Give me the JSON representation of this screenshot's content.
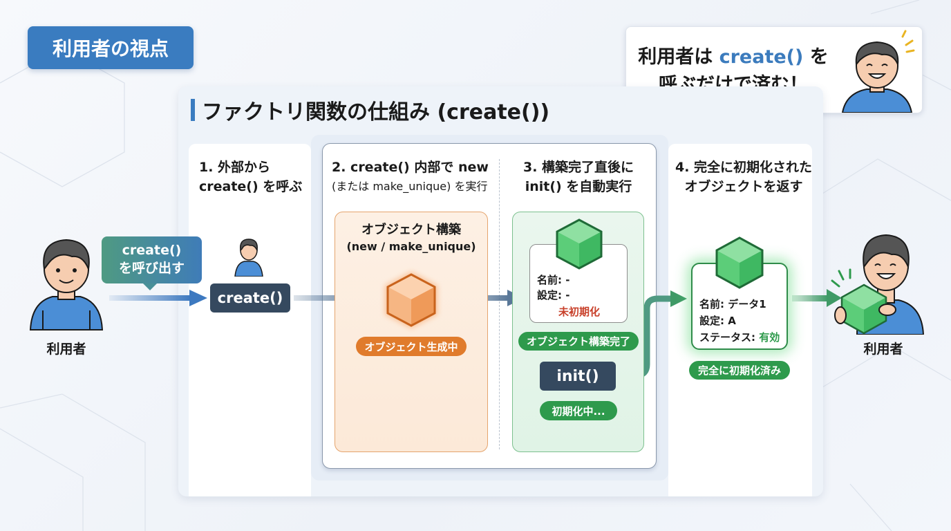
{
  "perspective_tag": "利用者の視点",
  "callout": {
    "line1_prefix": "利用者は ",
    "line1_highlight": "create()",
    "line1_suffix": " を",
    "line2": "呼ぶだけで済む！"
  },
  "main_title": "ファクトリ関数の仕組み (create())",
  "steps": [
    {
      "line1": "1. 外部から",
      "line2": "create() を呼ぶ"
    },
    {
      "line1": "2. create() 内部で new",
      "line2": "(または make_unique) を実行"
    },
    {
      "line1": "3. 構築完了直後に",
      "line2": "init() を自動実行"
    },
    {
      "line1": "4. 完全に初期化された",
      "line2": "オブジェクトを返す"
    }
  ],
  "left_user": {
    "label": "利用者",
    "speech_line1": "create()",
    "speech_line2": "を呼び出す"
  },
  "create_box": "create()",
  "construct_box": {
    "title": "オブジェクト構築",
    "subtitle": "(new / make_unique)",
    "status": "オブジェクト生成中"
  },
  "init_stage": {
    "card_name": "名前: -",
    "card_setting": "設定: -",
    "card_status": "未初期化",
    "built_pill": "オブジェクト構築完了",
    "init_box": "init()",
    "initializing_pill": "初期化中..."
  },
  "final_object": {
    "name_label": "名前: ",
    "name_value": "データ1",
    "setting_label": "設定: ",
    "setting_value": "A",
    "status_label": "ステータス: ",
    "status_value": "有効",
    "pill": "完全に初期化済み"
  },
  "right_user": {
    "label": "利用者"
  },
  "colors": {
    "accent_blue": "#3a7cc0",
    "code_navy": "#35495f",
    "orange": "#e07b2c",
    "green": "#2e9a4c",
    "uninit_red": "#c8402a"
  }
}
